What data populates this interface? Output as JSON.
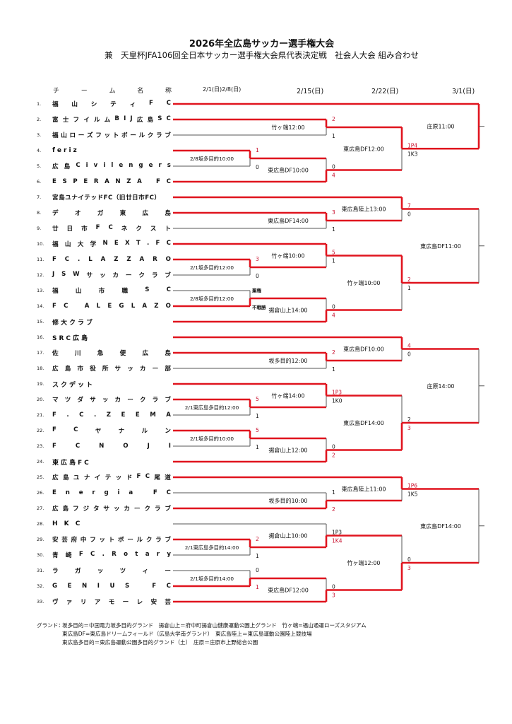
{
  "title": "2026年全広島サッカー選手権大会",
  "subtitle": "兼　天皇杯JFA106回全日本サッカー選手権大会県代表決定戦　社会人大会 組み合わせ",
  "header": {
    "team_col": [
      "チ",
      "ー",
      "ム",
      "名",
      "称"
    ],
    "dates": [
      "2/1(日)2/8(日)",
      "2/15(日)",
      "2/22(日)",
      "3/1(日)"
    ]
  },
  "teams": [
    {
      "num": "1.",
      "name": "福山シティFC"
    },
    {
      "num": "2.",
      "name": "富士フイルムBIJ広島SC"
    },
    {
      "num": "3.",
      "name": "福山ローズフットボールクラブ"
    },
    {
      "num": "4.",
      "name": "feriz"
    },
    {
      "num": "5.",
      "name": "広島Civilengers"
    },
    {
      "num": "6.",
      "name": "ESPERANZA FC"
    },
    {
      "num": "7.",
      "name": "宮島ユナイテッドFC（旧廿日市FC）"
    },
    {
      "num": "8.",
      "name": "デオガ東広島"
    },
    {
      "num": "9.",
      "name": "廿日市FCネクスト"
    },
    {
      "num": "10.",
      "name": "福山大学NEXT.FC"
    },
    {
      "num": "11.",
      "name": "FC.LAZZARO"
    },
    {
      "num": "12.",
      "name": "JSWサッカークラブ"
    },
    {
      "num": "13.",
      "name": "福山市職SC"
    },
    {
      "num": "14.",
      "name": "FC ALEGLAZO"
    },
    {
      "num": "15.",
      "name": "修大クラブ"
    },
    {
      "num": "16.",
      "name": "SRC広島"
    },
    {
      "num": "17.",
      "name": "佐川急便広島"
    },
    {
      "num": "18.",
      "name": "広島市役所サッカー部"
    },
    {
      "num": "19.",
      "name": "スクデット"
    },
    {
      "num": "20.",
      "name": "マツダサッカークラブ"
    },
    {
      "num": "21.",
      "name": "F.C.ZEEMA"
    },
    {
      "num": "22.",
      "name": "FCヤナルン"
    },
    {
      "num": "23.",
      "name": "FCNOJI"
    },
    {
      "num": "24.",
      "name": "東広島FC"
    },
    {
      "num": "25.",
      "name": "広島ユナイテッドFC尾道"
    },
    {
      "num": "26.",
      "name": "Energia FC"
    },
    {
      "num": "27.",
      "name": "広島フジタサッカークラブ"
    },
    {
      "num": "28.",
      "name": "H K C"
    },
    {
      "num": "29.",
      "name": "安芸府中フットボールクラブ"
    },
    {
      "num": "30.",
      "name": "青崎FC.Rotary"
    },
    {
      "num": "31.",
      "name": "ラガッツィー"
    },
    {
      "num": "32.",
      "name": "GENIUS FC"
    },
    {
      "num": "33.",
      "name": "ヴァリアモーレ安芸"
    }
  ],
  "matches": [
    {
      "venue": "2/8坂多目的10:00",
      "top": "1",
      "bottom": "0",
      "winner": "top"
    },
    {
      "venue": "竹ヶ端12:00",
      "top": "2",
      "bottom": "1",
      "winner": "top"
    },
    {
      "venue": "東広島DF10:00",
      "top": "0",
      "bottom": "4",
      "winner": "bottom"
    },
    {
      "venue": "東広島DF12:00",
      "top": "1P4",
      "bottom": "1K3",
      "winner": "top"
    },
    {
      "venue": "庄原11:00",
      "top": "",
      "bottom": "",
      "winner": ""
    },
    {
      "venue": "東広島DF14:00",
      "top": "3",
      "bottom": "1",
      "winner": "top"
    },
    {
      "venue": "東広島陸上13:00",
      "top": "7",
      "bottom": "0",
      "winner": "top"
    },
    {
      "venue": "2/1坂多目的12:00",
      "top": "3",
      "bottom": "0",
      "winner": "top"
    },
    {
      "venue": "竹ヶ端10:00",
      "top": "5",
      "bottom": "1",
      "winner": "top"
    },
    {
      "venue": "2/8坂多目的12:00",
      "top": "棄権",
      "bottom": "不戦勝",
      "winner": "bottom"
    },
    {
      "venue": "揚倉山上14:00",
      "top": "0",
      "bottom": "4",
      "winner": "bottom"
    },
    {
      "venue": "竹ヶ端10:00",
      "top": "2",
      "bottom": "1",
      "winner": "top"
    },
    {
      "venue": "東広島DF11:00",
      "top": "",
      "bottom": "",
      "winner": ""
    },
    {
      "venue": "坂多目的12:00",
      "top": "2",
      "bottom": "1",
      "winner": "top"
    },
    {
      "venue": "東広島DF10:00",
      "top": "4",
      "bottom": "0",
      "winner": "top"
    },
    {
      "venue": "2/1東広島多目的12:00",
      "top": "5",
      "bottom": "1",
      "winner": "top"
    },
    {
      "venue": "竹ヶ端14:00",
      "top": "1P3",
      "bottom": "1K0",
      "winner": "top"
    },
    {
      "venue": "2/1坂多目的10:00",
      "top": "5",
      "bottom": "1",
      "winner": "top"
    },
    {
      "venue": "揚倉山上12:00",
      "top": "0",
      "bottom": "2",
      "winner": "bottom"
    },
    {
      "venue": "東広島DF14:00",
      "top": "2",
      "bottom": "3",
      "winner": "bottom"
    },
    {
      "venue": "庄原14:00",
      "top": "",
      "bottom": "",
      "winner": ""
    },
    {
      "venue": "坂多目的10:00",
      "top": "1",
      "bottom": "2",
      "winner": "bottom"
    },
    {
      "venue": "東広島陸上11:00",
      "top": "1P6",
      "bottom": "1K5",
      "winner": "top"
    },
    {
      "venue": "2/1東広島多目的14:00",
      "top": "2",
      "bottom": "1",
      "winner": "top"
    },
    {
      "venue": "揚倉山上10:00",
      "top": "1P3",
      "bottom": "1K4",
      "winner": "bottom"
    },
    {
      "venue": "2/1坂多目的14:00",
      "top": "0",
      "bottom": "1",
      "winner": "bottom"
    },
    {
      "venue": "東広島DF12:00",
      "top": "0",
      "bottom": "3",
      "winner": "bottom"
    },
    {
      "venue": "竹ヶ端12:00",
      "top": "0",
      "bottom": "3",
      "winner": "bottom"
    },
    {
      "venue": "東広島DF14:00",
      "top": "",
      "bottom": "",
      "winner": ""
    }
  ],
  "footnote": {
    "label": "グランド：",
    "lines": [
      "坂多目的＝中国電力坂多目的グランド　揚倉山上＝府中町揚倉山健康運動公園上グランド　竹ヶ端=福山通運ローズスタジアム",
      "東広島DF=東広島ドリームフィールド（広島大学南グランド）　東広島陸上＝東広島運動公園陸上競技場",
      "東広島多目的＝東広島運動公園多目的グランド（土）　庄原＝庄原市上野総合公園"
    ]
  },
  "colors": {
    "win_line": "#e0141e",
    "lose_line": "#555555",
    "win_score": "#c8102e",
    "lose_score": "#111111"
  }
}
